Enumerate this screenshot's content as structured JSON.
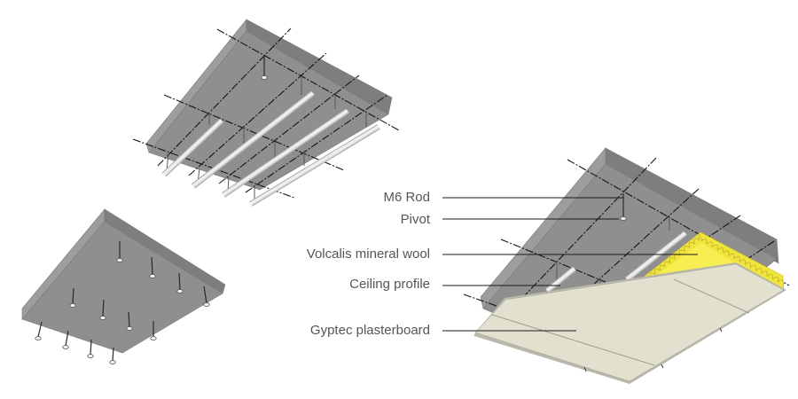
{
  "diagram": {
    "labels": {
      "m6_rod": "M6 Rod",
      "pivot": "Pivot",
      "mineral_wool": "Volcalis mineral wool",
      "ceiling_profile": "Ceiling profile",
      "plasterboard": "Gyptec plasterboard"
    },
    "colors": {
      "slab_face": "#8f8f8f",
      "slab_edge_light": "#9d9d9d",
      "slab_edge_dark": "#7e7e7e",
      "mineral_wool": "#f1e53c",
      "mineral_wool_face": "#f7ee52",
      "plasterboard": "#e2e0cf",
      "profile": "#eeeeee",
      "label_text": "#555555",
      "leader_line": "#1a1a1a"
    }
  }
}
